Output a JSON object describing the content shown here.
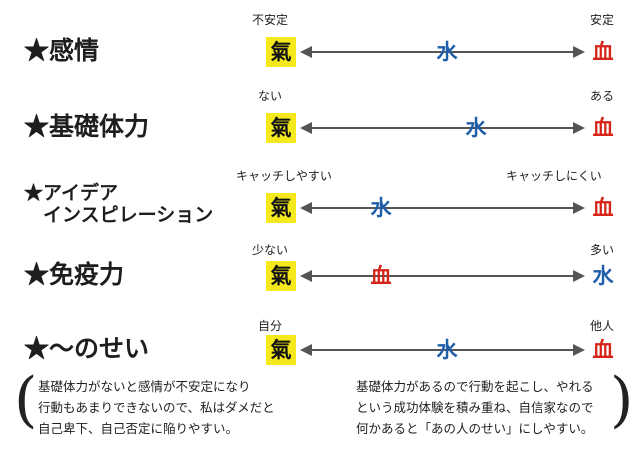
{
  "rows": [
    {
      "title": "★感情",
      "left_label": "不安定",
      "right_label": "安定",
      "left_badge": "氣",
      "right_badge": "血",
      "middle_badge": "水",
      "middle_pos": 0.52
    },
    {
      "title": "★基礎体力",
      "left_label": "ない",
      "right_label": "ある",
      "left_badge": "氣",
      "right_badge": "血",
      "middle_badge": "水",
      "middle_pos": 0.61
    },
    {
      "title_line1": "★アイデア",
      "title_line2": "　インスピレーション",
      "left_label": "キャッチしやすい",
      "right_label": "キャッチしにくい",
      "left_badge": "氣",
      "right_badge": "血",
      "middle_badge": "水",
      "middle_pos": 0.27
    },
    {
      "title": "★免疫力",
      "left_label": "少ない",
      "right_label": "多い",
      "left_badge": "氣",
      "right_badge": "水",
      "middle_badge": "血",
      "middle_pos": 0.25
    },
    {
      "title": "★～のせい",
      "left_label": "自分",
      "right_label": "他人",
      "left_badge": "氣",
      "right_badge": "血",
      "middle_badge": "水",
      "middle_pos": 0.52
    }
  ],
  "notes": {
    "left": [
      "基礎体力がないと感情が不安定になり",
      "行動もあまりできないので、私はダメだと",
      "自己卑下、自己否定に陥りやすい。"
    ],
    "right": [
      "基礎体力があるので行動を起こし、やれる",
      "という成功体験を積み重ね、自信家なので",
      "何かあると「あの人のせい」にしやすい。"
    ],
    "open_paren": "(",
    "close_paren": ")"
  },
  "colors": {
    "ki_bg": "#f5e81c",
    "chi": "#d62418",
    "sui": "#1f5ea8",
    "arrow": "#555555"
  }
}
